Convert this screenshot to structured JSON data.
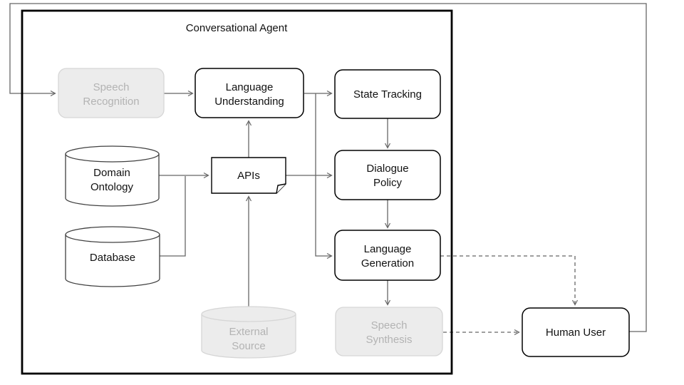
{
  "diagram": {
    "title": "Conversational Agent",
    "nodes": {
      "speech_recognition": {
        "lines": [
          "Speech",
          "Recognition"
        ],
        "state": "disabled",
        "shape": "rounded-rect"
      },
      "language_understanding": {
        "lines": [
          "Language",
          "Understanding"
        ],
        "state": "normal",
        "shape": "rounded-rect"
      },
      "state_tracking": {
        "lines": [
          "State Tracking"
        ],
        "state": "normal",
        "shape": "rounded-rect"
      },
      "dialogue_policy": {
        "lines": [
          "Dialogue",
          "Policy"
        ],
        "state": "normal",
        "shape": "rounded-rect"
      },
      "language_generation": {
        "lines": [
          "Language",
          "Generation"
        ],
        "state": "normal",
        "shape": "rounded-rect"
      },
      "speech_synthesis": {
        "lines": [
          "Speech",
          "Synthesis"
        ],
        "state": "disabled",
        "shape": "rounded-rect"
      },
      "domain_ontology": {
        "lines": [
          "Domain",
          "Ontology"
        ],
        "state": "normal",
        "shape": "cylinder"
      },
      "database": {
        "lines": [
          "Database"
        ],
        "state": "normal",
        "shape": "cylinder"
      },
      "external_source": {
        "lines": [
          "External",
          "Source"
        ],
        "state": "disabled",
        "shape": "cylinder"
      },
      "apis": {
        "lines": [
          "APIs"
        ],
        "state": "normal",
        "shape": "document"
      },
      "human_user": {
        "lines": [
          "Human User"
        ],
        "state": "normal",
        "shape": "rounded-rect"
      }
    },
    "edges": [
      {
        "from": "human_user",
        "to": "speech_recognition",
        "style": "solid"
      },
      {
        "from": "speech_recognition",
        "to": "language_understanding",
        "style": "solid"
      },
      {
        "from": "language_understanding",
        "to": "state_tracking",
        "style": "solid"
      },
      {
        "from": "language_understanding",
        "to": "language_generation",
        "style": "solid"
      },
      {
        "from": "state_tracking",
        "to": "dialogue_policy",
        "style": "solid"
      },
      {
        "from": "dialogue_policy",
        "to": "language_generation",
        "style": "solid"
      },
      {
        "from": "language_generation",
        "to": "speech_synthesis",
        "style": "solid"
      },
      {
        "from": "domain_ontology",
        "to": "apis",
        "style": "solid"
      },
      {
        "from": "database",
        "to": "apis",
        "style": "solid"
      },
      {
        "from": "external_source",
        "to": "apis",
        "style": "solid"
      },
      {
        "from": "apis",
        "to": "language_understanding",
        "style": "solid"
      },
      {
        "from": "apis",
        "to": "dialogue_policy",
        "style": "solid"
      },
      {
        "from": "language_generation",
        "to": "human_user",
        "style": "dashed"
      },
      {
        "from": "speech_synthesis",
        "to": "human_user",
        "style": "dashed"
      }
    ],
    "colors": {
      "connector": "#666666",
      "node_stroke": "#000000",
      "disabled_fill": "#ececec",
      "disabled_stroke": "#d6d6d6",
      "disabled_text": "#b3b3b3"
    }
  }
}
